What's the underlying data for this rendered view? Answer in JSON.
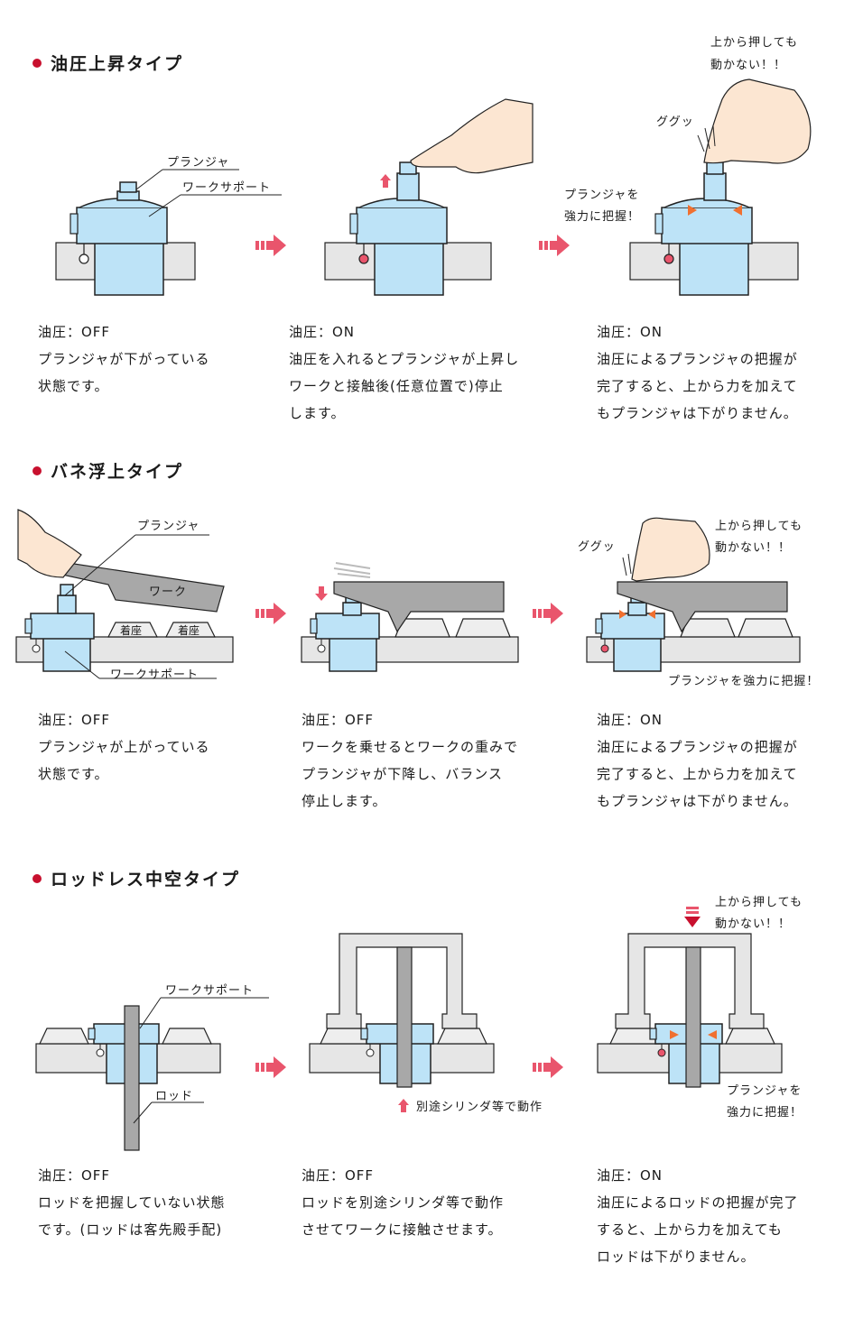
{
  "colors": {
    "accent": "#c8102e",
    "support_blue": "#bde3f7",
    "outline": "#222222",
    "base_gray": "#e6e6e6",
    "work_gray": "#a8a8a8",
    "arrow_pink": "#e9556c",
    "arrow_orange": "#f07030"
  },
  "sections": [
    {
      "title": "油圧上昇タイプ",
      "labels": {
        "plunger": "プランジャ",
        "work_support": "ワークサポート",
        "guggu": "ググッ",
        "no_move": [
          "上から押しても",
          "動かない！！"
        ],
        "grip": [
          "プランジャを",
          "強力に把握！"
        ]
      },
      "steps": [
        {
          "lines": [
            "油圧：OFF",
            "プランジャが下がっている",
            "状態です。"
          ]
        },
        {
          "lines": [
            "油圧：ON",
            "油圧を入れるとプランジャが上昇し",
            "ワークと接触後(任意位置で)停止",
            "します。"
          ]
        },
        {
          "lines": [
            "油圧：ON",
            "油圧によるプランジャの把握が",
            "完了すると、上から力を加えて",
            "もプランジャは下がりません。"
          ]
        }
      ]
    },
    {
      "title": "バネ浮上タイプ",
      "labels": {
        "plunger": "プランジャ",
        "work": "ワーク",
        "seat1": "着座",
        "seat2": "着座",
        "work_support": "ワークサポート",
        "guggu": "ググッ",
        "no_move": [
          "上から押しても",
          "動かない！！"
        ],
        "grip": "プランジャを強力に把握！"
      },
      "steps": [
        {
          "lines": [
            "油圧：OFF",
            "プランジャが上がっている",
            "状態です。"
          ]
        },
        {
          "lines": [
            "油圧：OFF",
            "ワークを乗せるとワークの重みで",
            "プランジャが下降し、バランス",
            "停止します。"
          ]
        },
        {
          "lines": [
            "油圧：ON",
            "油圧によるプランジャの把握が",
            "完了すると、上から力を加えて",
            "もプランジャは下がりません。"
          ]
        }
      ]
    },
    {
      "title": "ロッドレス中空タイプ",
      "labels": {
        "work_support": "ワークサポート",
        "rod": "ロッド",
        "separate_cyl": "別途シリンダ等で動作",
        "no_move": [
          "上から押しても",
          "動かない！！"
        ],
        "grip": [
          "プランジャを",
          "強力に把握！"
        ]
      },
      "steps": [
        {
          "lines": [
            "油圧：OFF",
            "ロッドを把握していない状態",
            "です。(ロッドは客先殿手配)"
          ]
        },
        {
          "lines": [
            "油圧：OFF",
            "ロッドを別途シリンダ等で動作",
            "させてワークに接触させます。"
          ]
        },
        {
          "lines": [
            "油圧：ON",
            "油圧によるロッドの把握が完了",
            "すると、上から力を加えても",
            "ロッドは下がりません。"
          ]
        }
      ]
    }
  ]
}
